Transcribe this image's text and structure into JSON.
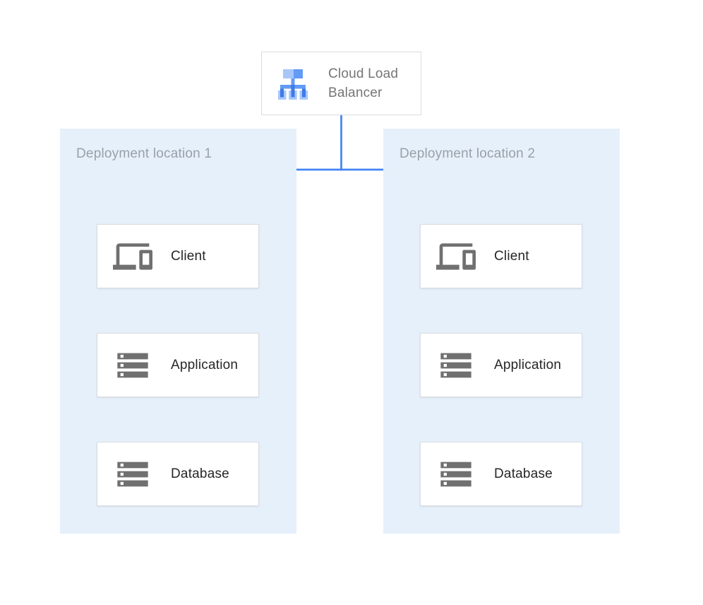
{
  "colors": {
    "accent": "#4284f3",
    "panel-bg": "#e6f0fb",
    "box-border": "#dadce0",
    "text-dark": "#262626",
    "text-gray": "#757575",
    "text-muted": "#9aa0a6",
    "icon-gray": "#707070",
    "icon-blue-light": "#a7c7fa",
    "icon-blue-medium": "#639bf7",
    "icon-blue-dark": "#3f7ae8"
  },
  "load_balancer": {
    "label": "Cloud Load Balancer",
    "icon": "load-balancer-icon"
  },
  "zones": [
    {
      "label": "Deployment location 1",
      "nodes": [
        {
          "label": "Client",
          "icon": "devices-icon"
        },
        {
          "label": "Application",
          "icon": "server-stack-icon"
        },
        {
          "label": "Database",
          "icon": "server-stack-icon"
        }
      ]
    },
    {
      "label": "Deployment location 2",
      "nodes": [
        {
          "label": "Client",
          "icon": "devices-icon"
        },
        {
          "label": "Application",
          "icon": "server-stack-icon"
        },
        {
          "label": "Database",
          "icon": "server-stack-icon"
        }
      ]
    }
  ]
}
